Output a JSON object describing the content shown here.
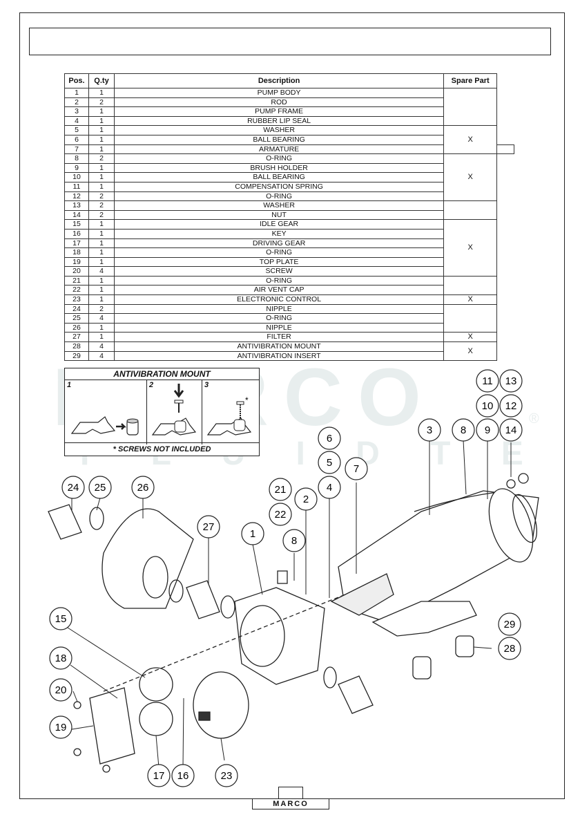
{
  "table": {
    "headers": {
      "pos": "Pos.",
      "qty": "Q.ty",
      "description": "Description",
      "spare": "Spare Part"
    },
    "rows": [
      {
        "pos": "1",
        "qty": "1",
        "description": "PUMP BODY"
      },
      {
        "pos": "2",
        "qty": "2",
        "description": "ROD"
      },
      {
        "pos": "3",
        "qty": "1",
        "description": "PUMP FRAME"
      },
      {
        "pos": "4",
        "qty": "1",
        "description": "RUBBER LIP SEAL"
      },
      {
        "pos": "5",
        "qty": "1",
        "description": "WASHER"
      },
      {
        "pos": "6",
        "qty": "1",
        "description": "BALL BEARING"
      },
      {
        "pos": "7",
        "qty": "1",
        "description": "ARMATURE"
      },
      {
        "pos": "8",
        "qty": "2",
        "description": "O-RING"
      },
      {
        "pos": "9",
        "qty": "1",
        "description": "BRUSH HOLDER"
      },
      {
        "pos": "10",
        "qty": "1",
        "description": "BALL BEARING"
      },
      {
        "pos": "11",
        "qty": "1",
        "description": "COMPENSATION SPRING"
      },
      {
        "pos": "12",
        "qty": "2",
        "description": "O-RING"
      },
      {
        "pos": "13",
        "qty": "2",
        "description": "WASHER"
      },
      {
        "pos": "14",
        "qty": "2",
        "description": "NUT"
      },
      {
        "pos": "15",
        "qty": "1",
        "description": "IDLE GEAR"
      },
      {
        "pos": "16",
        "qty": "1",
        "description": "KEY"
      },
      {
        "pos": "17",
        "qty": "1",
        "description": "DRIVING GEAR"
      },
      {
        "pos": "18",
        "qty": "1",
        "description": "O-RING"
      },
      {
        "pos": "19",
        "qty": "1",
        "description": "TOP PLATE"
      },
      {
        "pos": "20",
        "qty": "4",
        "description": "SCREW"
      },
      {
        "pos": "21",
        "qty": "1",
        "description": "O-RING"
      },
      {
        "pos": "22",
        "qty": "1",
        "description": "AIR VENT CAP"
      },
      {
        "pos": "23",
        "qty": "1",
        "description": "ELECTRONIC CONTROL"
      },
      {
        "pos": "24",
        "qty": "2",
        "description": "NIPPLE"
      },
      {
        "pos": "25",
        "qty": "4",
        "description": "O-RING"
      },
      {
        "pos": "26",
        "qty": "1",
        "description": "NIPPLE"
      },
      {
        "pos": "27",
        "qty": "1",
        "description": "FILTER"
      },
      {
        "pos": "28",
        "qty": "4",
        "description": "ANTIVIBRATION MOUNT"
      },
      {
        "pos": "29",
        "qty": "4",
        "description": "ANTIVIBRATION INSERT"
      }
    ],
    "spare_mark": "X"
  },
  "antivibration": {
    "title": "ANTIVIBRATION MOUNT",
    "step1": "1",
    "step2": "2",
    "step3": "3",
    "asterisk": "*",
    "note": "* SCREWS NOT INCLUDED"
  },
  "watermark": {
    "brand": "MARCO",
    "sub": "F L U I D   T E C H",
    "registered": "®"
  },
  "callouts": [
    "1",
    "2",
    "3",
    "4",
    "5",
    "6",
    "7",
    "8",
    "8",
    "9",
    "10",
    "11",
    "12",
    "13",
    "14",
    "15",
    "16",
    "17",
    "18",
    "19",
    "20",
    "21",
    "22",
    "23",
    "24",
    "25",
    "26",
    "27",
    "28",
    "29"
  ],
  "footer": {
    "logo": "MARCO"
  },
  "colors": {
    "ink": "#222222",
    "watermark": "#e8eeee"
  }
}
